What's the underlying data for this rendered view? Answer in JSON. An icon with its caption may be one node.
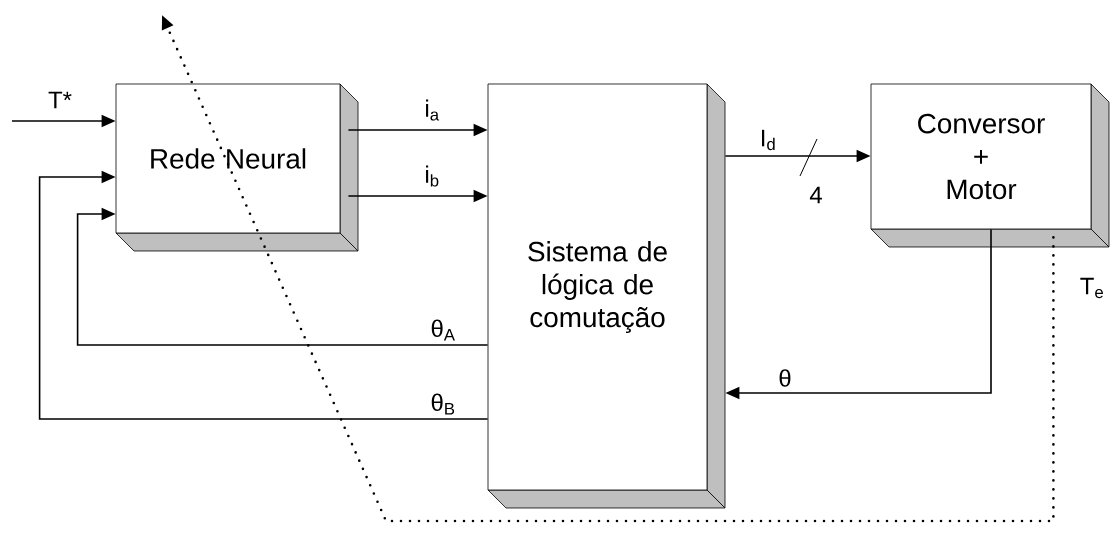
{
  "diagram": {
    "nodes": [
      {
        "text": [
          "Rede Neural"
        ]
      },
      {
        "text": [
          "Sistema de lógica de comutação"
        ]
      },
      {
        "text": [
          "Conversor + Motor"
        ]
      }
    ],
    "edges": [
      {
        "from": null,
        "to": 0,
        "arrow": "to",
        "label": "T*"
      },
      {
        "from": 0,
        "to": 1,
        "arrow": "to",
        "label": "i$_{a}$"
      },
      {
        "from": 0,
        "to": 1,
        "arrow": "to",
        "label": "i$_{b}$"
      },
      {
        "from": 1,
        "to": 0,
        "arrow": "to",
        "label": "θ$_{A}$"
      },
      {
        "from": 1,
        "to": 0,
        "arrow": "to",
        "label": "θ$_{B}$"
      },
      {
        "from": 1,
        "to": 2,
        "arrow": "to",
        "label": "I$_{d}$"
      },
      {
        "from": 2,
        "to": 1,
        "arrow": "to",
        "label": "θ"
      },
      {
        "from": 2,
        "to": null,
        "arrow": "to",
        "label": "T$_{e}$",
        "style": "dashed"
      }
    ],
    "labels": [
      "4"
    ]
  }
}
